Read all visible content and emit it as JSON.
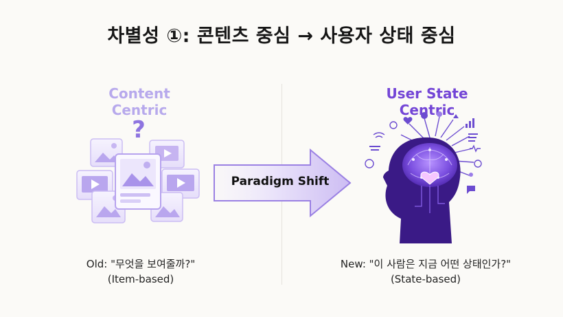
{
  "title": "차별성 ①: 콘텐츠 중심 → 사용자 상태 중심",
  "left": {
    "heading": "Content Centric",
    "caption_line1": "Old: \"무엇을 보여줄까?\"",
    "caption_line2": "(Item-based)"
  },
  "arrow": {
    "label": "Paradigm Shift"
  },
  "right": {
    "heading": "User State Centric",
    "caption_line1": "New: \"이 사람은 지금 어떤 상태인가?\"",
    "caption_line2": "(State-based)"
  },
  "colors": {
    "accent": "#7345d6",
    "accent_light": "#b7a9ec",
    "card_fill": "#e9e3fb",
    "head_fill": "#3d1d87"
  }
}
